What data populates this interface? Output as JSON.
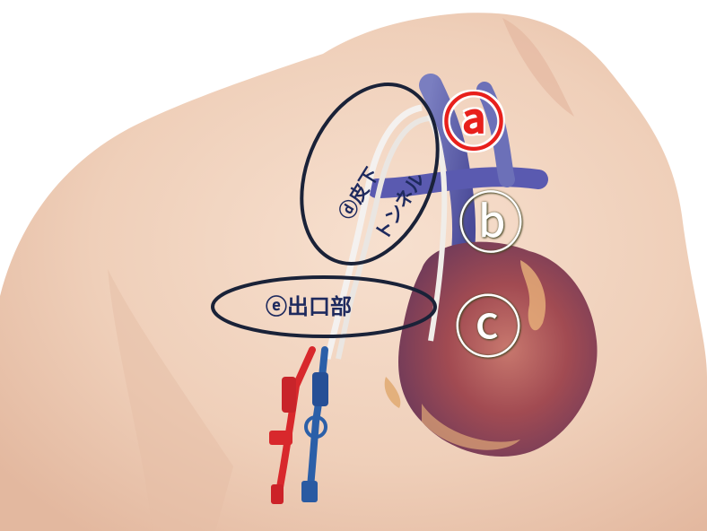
{
  "labels": {
    "a": "ⓐ",
    "b": "ⓑ",
    "c": "ⓒ",
    "d_line1": "ⓓ皮下",
    "d_line2": "トンネル",
    "e": "ⓔ出口部"
  },
  "colors": {
    "marker_a": "#e8201c",
    "markers_bc": "#ffffff",
    "outline": "#1a2238",
    "label_text": "#1e2a5e",
    "catheter_arterial": "#d8282c",
    "catheter_venous": "#2b5fa8"
  }
}
